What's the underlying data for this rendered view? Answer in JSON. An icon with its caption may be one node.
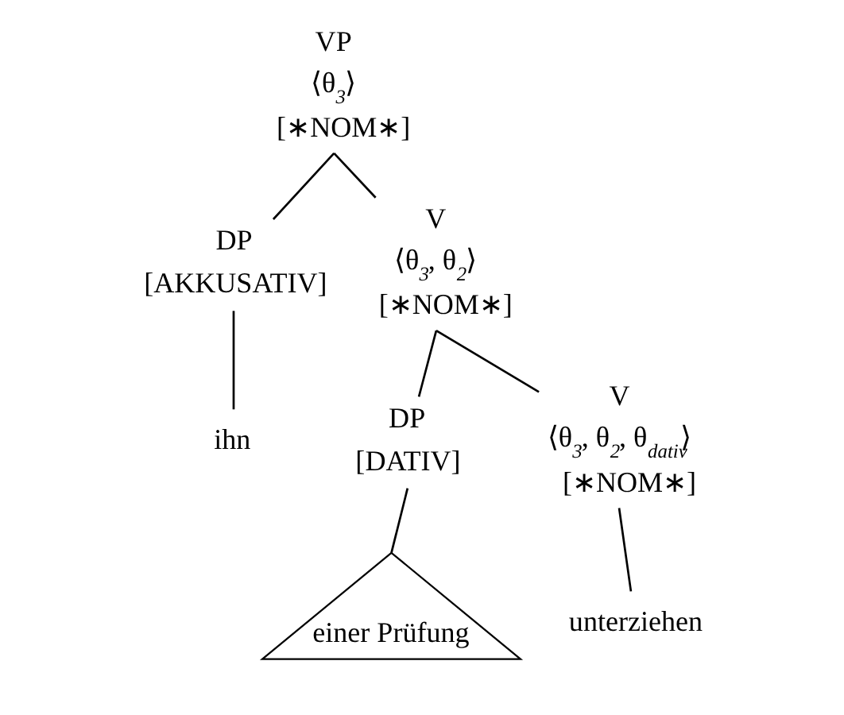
{
  "diagram": {
    "nodes": [
      {
        "text": [
          "VP",
          "⟨θ$_{3}$⟩",
          "[∗NOM∗]"
        ]
      },
      {
        "text": [
          "DP",
          "[AKKUSATIV]"
        ]
      },
      {
        "text": [
          "V",
          "⟨θ$_{3}$, θ$_{2}$⟩",
          "[∗NOM∗]"
        ]
      },
      {
        "text": [
          "ihn"
        ]
      },
      {
        "text": [
          "DP",
          "[DATIV]"
        ]
      },
      {
        "text": [
          "V",
          "⟨θ$_{3}$, θ$_{2}$, θ$_{dativ}$⟩",
          "[∗NOM∗]"
        ]
      },
      {
        "text": [
          "einer Prüfung"
        ]
      },
      {
        "text": [
          "unterziehen"
        ]
      }
    ],
    "edges": [
      {
        "from": 0,
        "to": 1,
        "arrow": "none"
      },
      {
        "from": 0,
        "to": 2,
        "arrow": "none"
      },
      {
        "from": 1,
        "to": 3,
        "arrow": "none"
      },
      {
        "from": 2,
        "to": 4,
        "arrow": "none"
      },
      {
        "from": 2,
        "to": 5,
        "arrow": "none"
      },
      {
        "from": 4,
        "to": 6,
        "arrow": "none"
      },
      {
        "from": 5,
        "to": 7,
        "arrow": "none"
      }
    ]
  }
}
